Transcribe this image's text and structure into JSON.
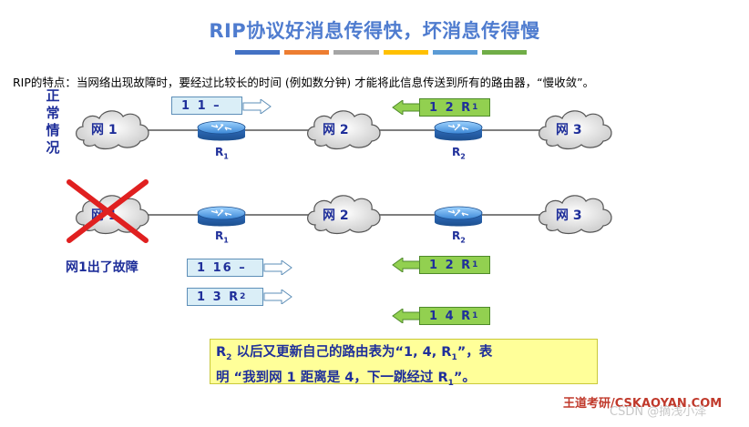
{
  "title": "RIP协议好消息传得快，坏消息传得慢",
  "title_bar_colors": [
    "#4472c4",
    "#ed7d31",
    "#a5a5a5",
    "#ffc000",
    "#5b9bd5",
    "#70ad47"
  ],
  "description": "RIP的特点：当网络出现故障时，要经过比较长的时间 (例如数分钟) 才能将此信息传送到所有的路由器，“慢收敛”。",
  "normal_label": "正常情况",
  "fault_label": "网1出了故障",
  "network_labels": {
    "net1": "网 1",
    "net2": "网 2",
    "net3": "网 3"
  },
  "routers": [
    {
      "name": "R",
      "sub": "1"
    },
    {
      "name": "R",
      "sub": "2"
    }
  ],
  "normal_messages": {
    "from_r1": {
      "text": "1 1 –",
      "sub": ""
    },
    "from_r2": {
      "text": "1 2 R",
      "sub": "1"
    }
  },
  "fault_messages": {
    "r1_a": {
      "text": "1 16 –",
      "sub": ""
    },
    "r1_b": {
      "text": "1 3 R",
      "sub": "2"
    },
    "r2_a": {
      "text": "1 2 R",
      "sub": "1"
    },
    "r2_b": {
      "text": "1 4 R",
      "sub": "1"
    }
  },
  "summary": {
    "line1_a": "R",
    "line1_sub": "2",
    "line1_b": " 以后又更新自己的路由表为“1, 4, R",
    "line1_sub2": "1",
    "line1_c": "”，表",
    "line2_a": "明 “我到网 1 距离是 4，下一跳经过 R",
    "line2_sub": "1",
    "line2_b": "”。"
  },
  "footer_brand": "王道考研/CSKAOYAN.COM",
  "watermark": "CSDN @摘浅小泽",
  "colors": {
    "title": "#4f7ccf",
    "label_blue": "#1f2f9a",
    "message_blue": "#daeef7",
    "message_green": "#92d050",
    "summary_bg": "#ffff99",
    "fault_cross": "#e02020"
  }
}
